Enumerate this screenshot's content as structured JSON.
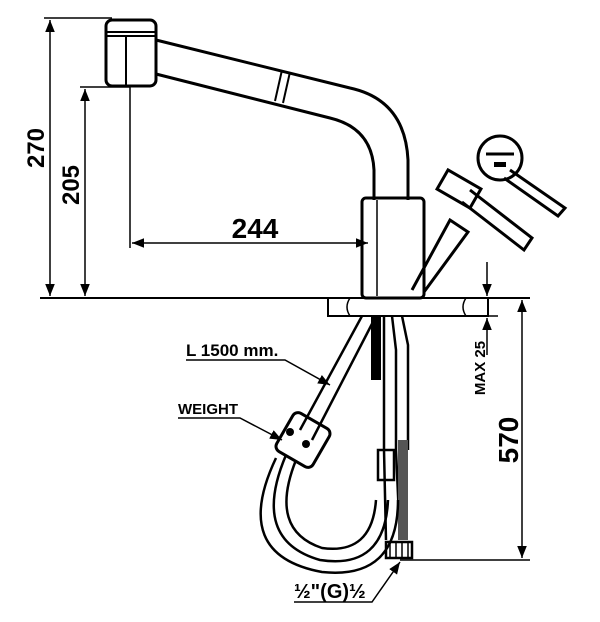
{
  "drawing": {
    "dimensions": {
      "total_height": "270",
      "spout_height": "205",
      "spout_reach": "244",
      "max_thickness": "MAX 25",
      "hose_length_below": "570"
    },
    "labels": {
      "hose_length": "L 1500 mm.",
      "weight": "WEIGHT",
      "connection": "½\"(G)½"
    },
    "colors": {
      "line": "#000000",
      "background": "#ffffff"
    }
  }
}
